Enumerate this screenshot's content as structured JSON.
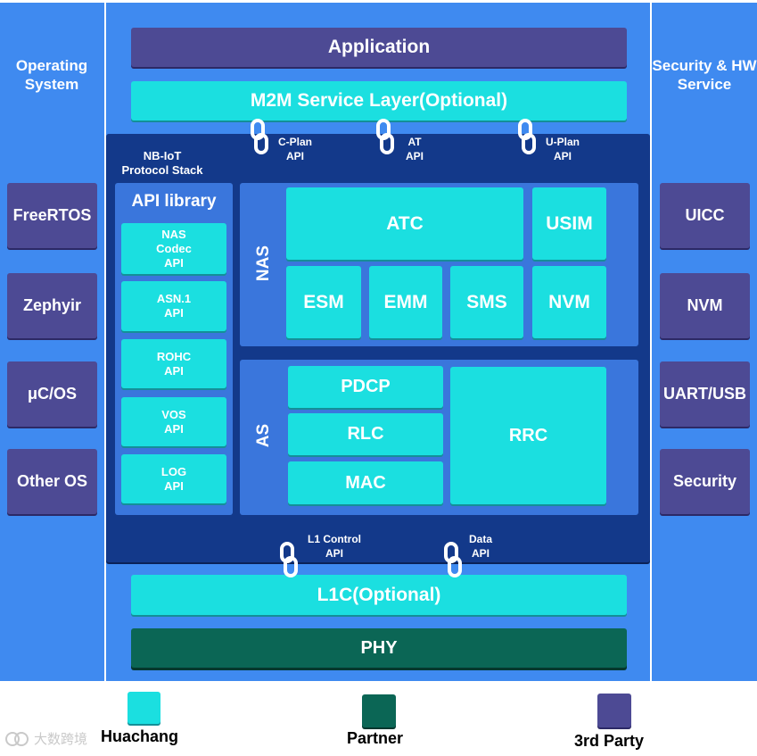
{
  "left_column": {
    "title": "Operating System",
    "items": [
      "FreeRTOS",
      "Zephyir",
      "μC/OS",
      "Other OS"
    ]
  },
  "right_column": {
    "title": "Security & HW Service",
    "items": [
      "UICC",
      "NVM",
      "UART/USB",
      "Security"
    ]
  },
  "center": {
    "application": "Application",
    "m2m": "M2M Service Layer(Optional)",
    "top_apis": [
      {
        "line1": "C-Plan",
        "line2": "API"
      },
      {
        "line1": "AT",
        "line2": "API"
      },
      {
        "line1": "U-Plan",
        "line2": "API"
      }
    ],
    "stack_title_line1": "NB-IoT",
    "stack_title_line2": "Protocol Stack",
    "api_library": {
      "title": "API library",
      "items": [
        {
          "line1": "NAS",
          "line2": "Codec",
          "line3": "API"
        },
        {
          "line1": "ASN.1",
          "line2": "API"
        },
        {
          "line1": "ROHC",
          "line2": "API"
        },
        {
          "line1": "VOS",
          "line2": "API"
        },
        {
          "line1": "LOG",
          "line2": "API"
        }
      ]
    },
    "nas": {
      "label": "NAS",
      "atc": "ATC",
      "usim": "USIM",
      "esm": "ESM",
      "emm": "EMM",
      "sms": "SMS",
      "nvm": "NVM"
    },
    "as": {
      "label": "AS",
      "pdcp": "PDCP",
      "rlc": "RLC",
      "mac": "MAC",
      "rrc": "RRC"
    },
    "bottom_apis": [
      {
        "line1": "L1 Control",
        "line2": "API"
      },
      {
        "line1": "Data",
        "line2": "API"
      }
    ],
    "l1c": "L1C(Optional)",
    "phy": "PHY"
  },
  "legend": [
    {
      "label": "Huachang",
      "color": "#1bdfe0"
    },
    {
      "label": "Partner",
      "color": "#0b6655"
    },
    {
      "label": "3rd Party",
      "color": "#4d4a94"
    }
  ],
  "watermark": "大数跨境",
  "colors": {
    "background_blue": "#3f8af0",
    "stack_navy": "#13398a",
    "huachang_cyan": "#1bdfe0",
    "partner_green": "#0b6655",
    "third_party_purple": "#4d4a94"
  }
}
